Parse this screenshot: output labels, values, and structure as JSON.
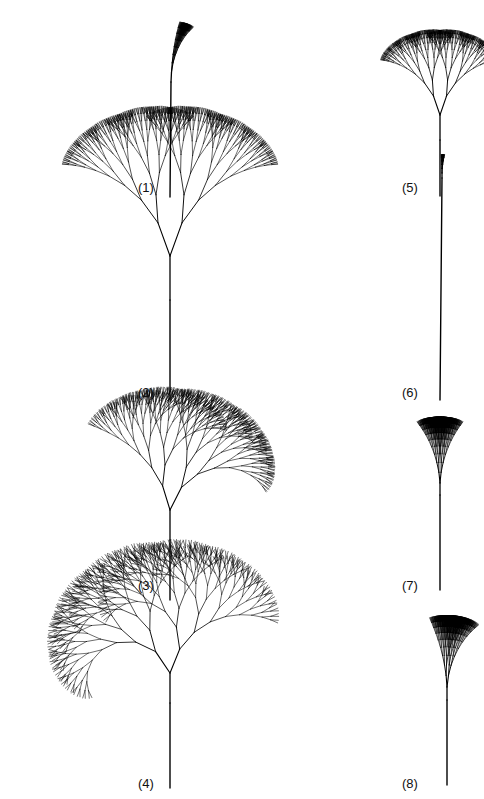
{
  "diagram": {
    "labels": [
      "(1)",
      "(2)",
      "(3)",
      "(4)",
      "(5)",
      "(6)",
      "(7)",
      "(8)"
    ]
  }
}
